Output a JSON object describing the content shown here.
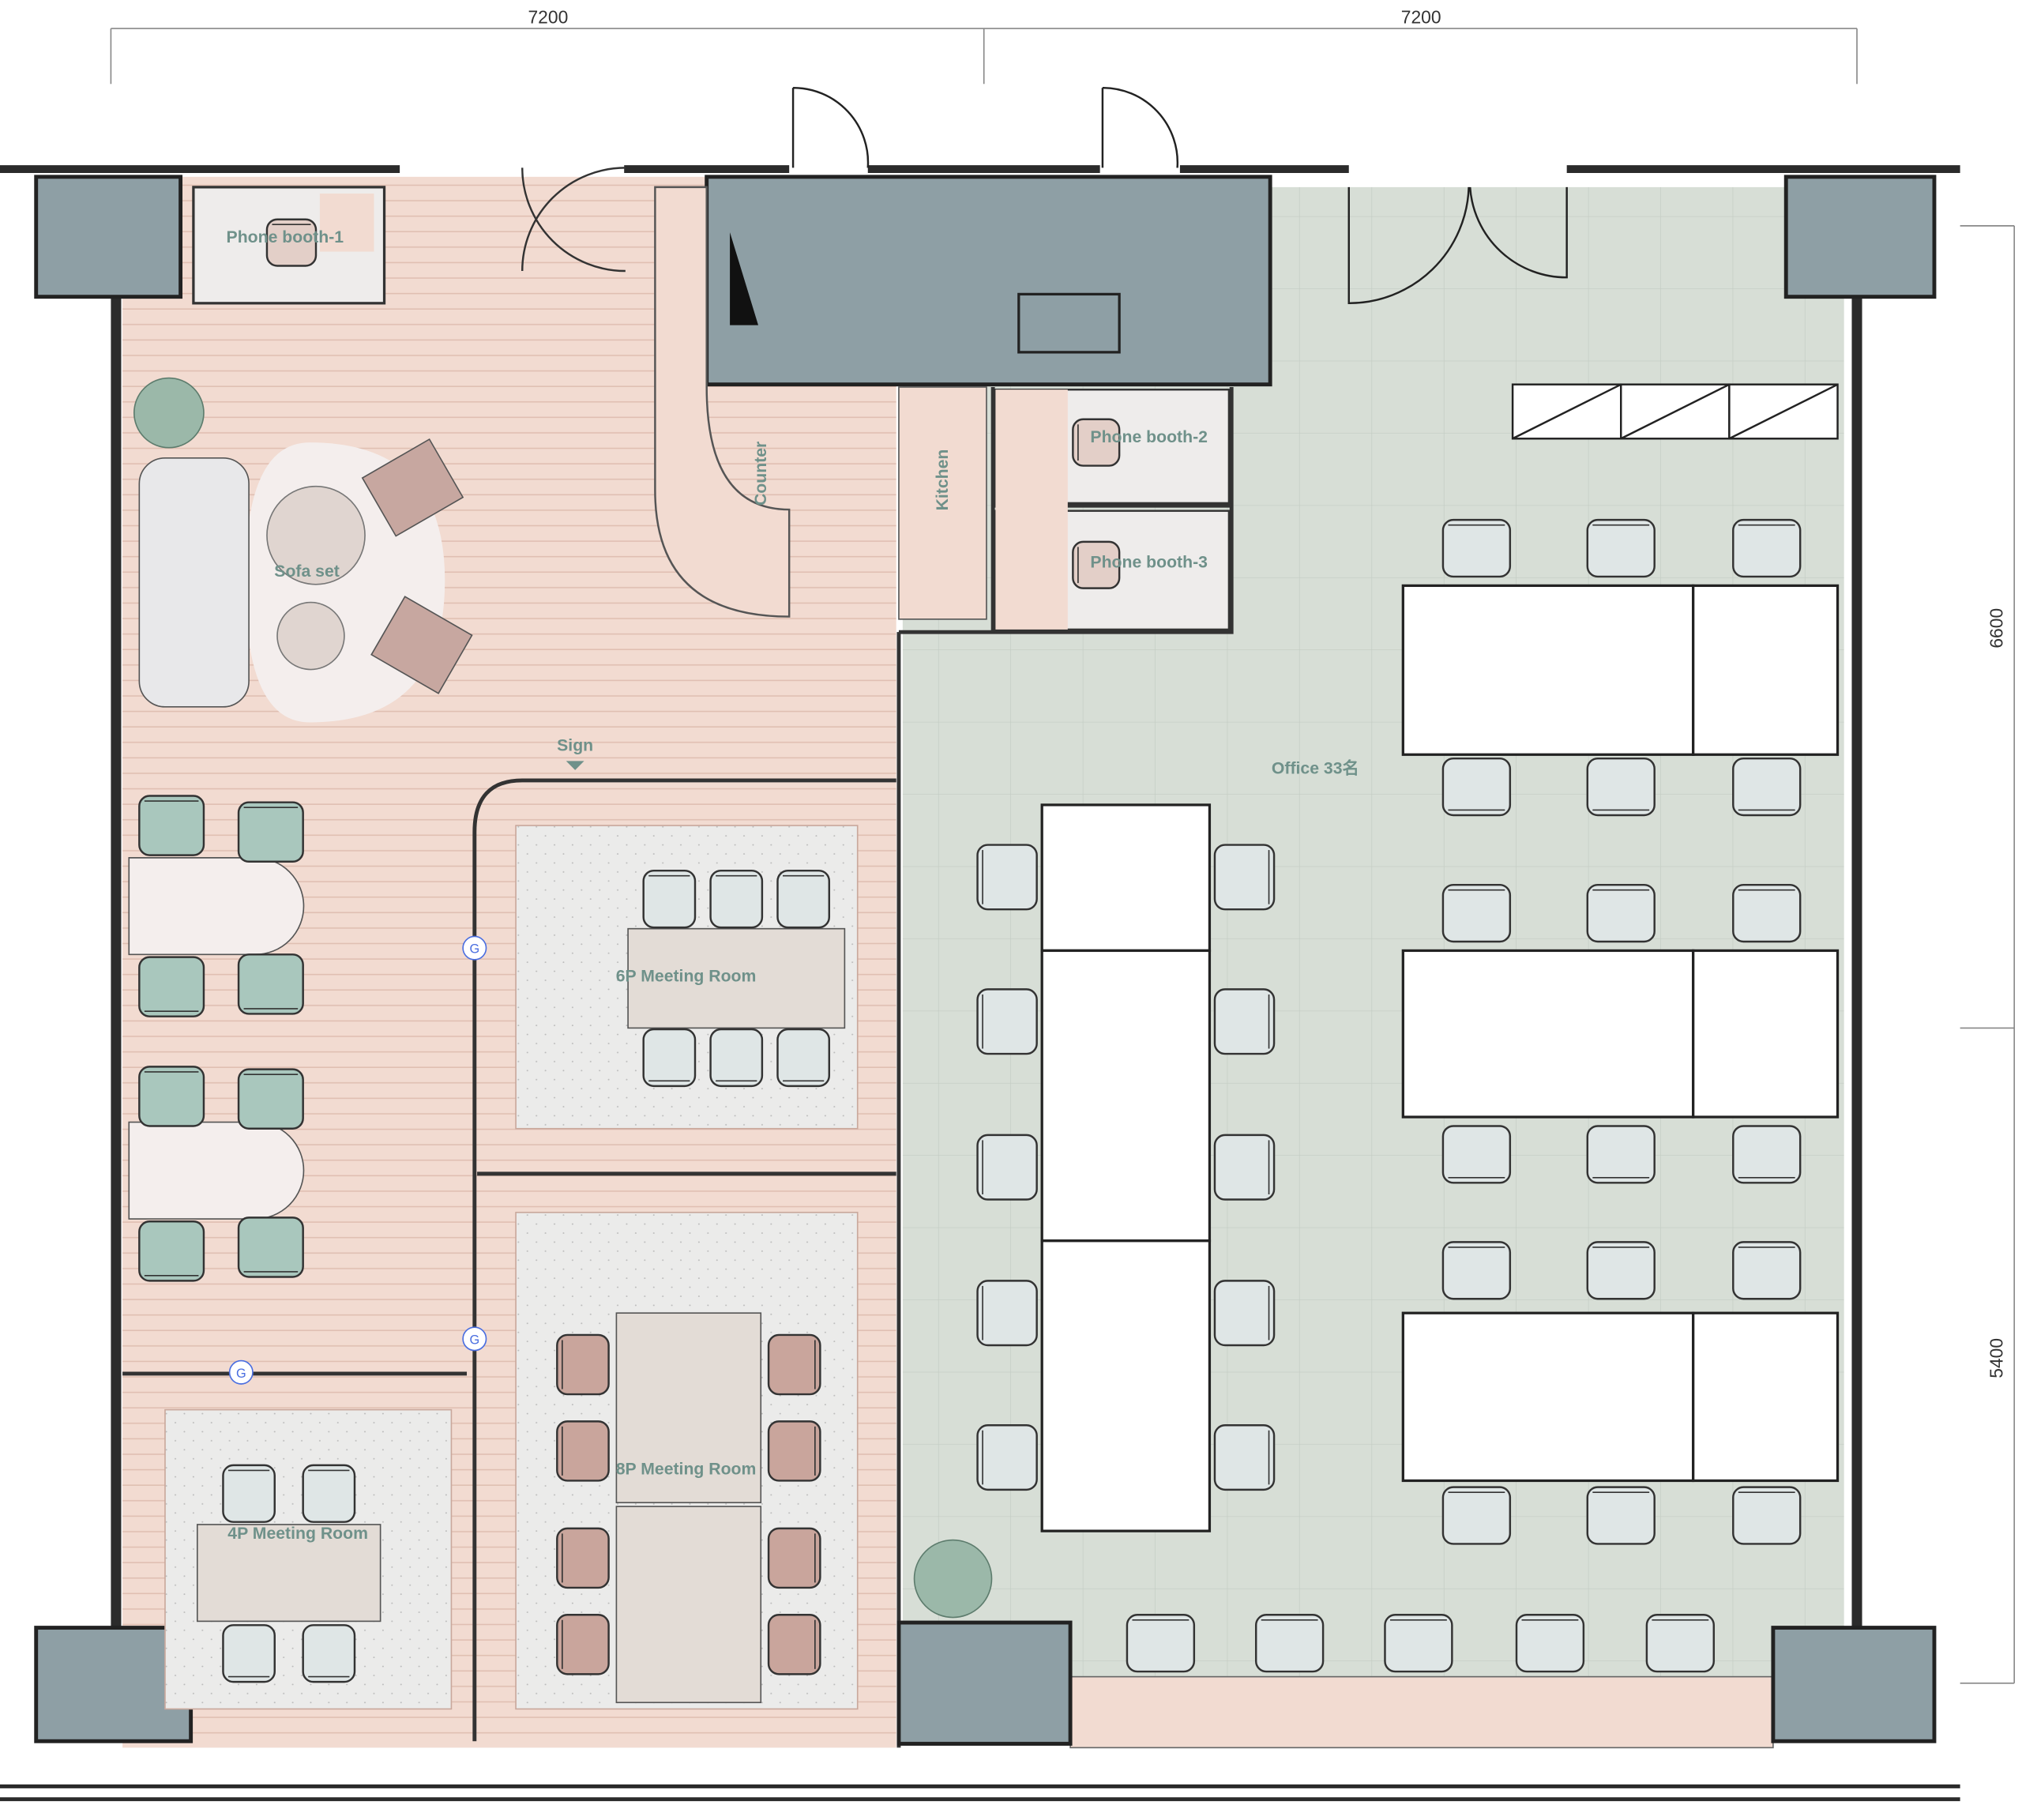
{
  "dimensions": {
    "top_left": "7200",
    "top_right": "7200",
    "right_upper": "6600",
    "right_lower": "5400"
  },
  "rooms": {
    "phone_booth_1": "Phone booth-1",
    "phone_booth_2": "Phone booth-2",
    "phone_booth_3": "Phone booth-3",
    "sofa_set": "Sofa set",
    "counter": "Counter",
    "kitchen": "Kitchen",
    "sign": "Sign",
    "office": "Office 33名",
    "meeting_6p": "6P Meeting Room",
    "meeting_8p": "8P Meeting Room",
    "meeting_4p": "4P Meeting Room"
  },
  "markers": {
    "g": "G"
  },
  "colors": {
    "wood": "#f2dbd1",
    "office": "#d7ded6",
    "core": "#8e9fa5",
    "meeting": "#ebebea",
    "chair": "#dfe6e6",
    "lounge_chair": "#a9c7bd",
    "label": "#6f918a"
  }
}
